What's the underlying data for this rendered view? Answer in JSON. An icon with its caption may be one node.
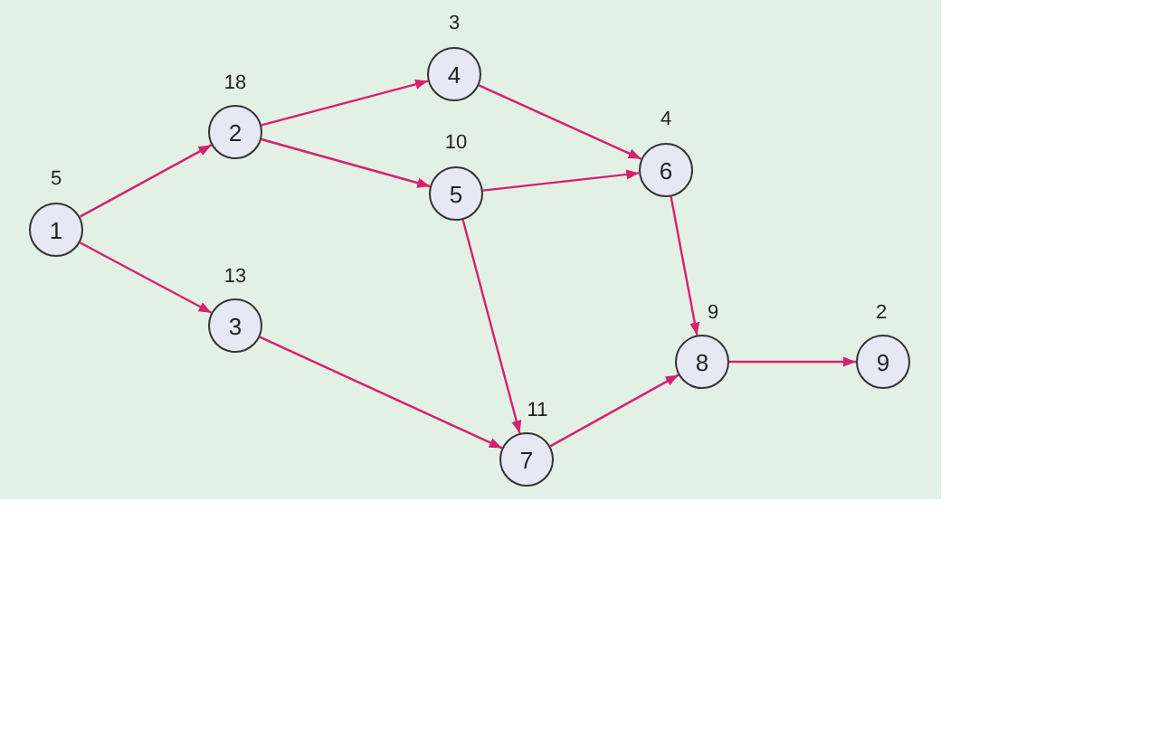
{
  "diagram": {
    "nodes": [
      {
        "text": [
          "1"
        ],
        "beside": [
          "5"
        ]
      },
      {
        "text": [
          "2"
        ],
        "beside": [
          "18"
        ]
      },
      {
        "text": [
          "3"
        ],
        "beside": [
          "13"
        ]
      },
      {
        "text": [
          "4"
        ],
        "beside": [
          "3"
        ]
      },
      {
        "text": [
          "5"
        ],
        "beside": [
          "10"
        ]
      },
      {
        "text": [
          "6"
        ],
        "beside": [
          "4"
        ]
      },
      {
        "text": [
          "7"
        ],
        "beside": [
          "11"
        ]
      },
      {
        "text": [
          "8"
        ],
        "beside": [
          "9"
        ]
      },
      {
        "text": [
          "9"
        ],
        "beside": [
          "2"
        ]
      }
    ],
    "edges": [
      {
        "from": 0,
        "to": 1,
        "arrow": "to"
      },
      {
        "from": 0,
        "to": 2,
        "arrow": "to"
      },
      {
        "from": 1,
        "to": 3,
        "arrow": "to"
      },
      {
        "from": 1,
        "to": 4,
        "arrow": "to"
      },
      {
        "from": 3,
        "to": 5,
        "arrow": "to"
      },
      {
        "from": 4,
        "to": 5,
        "arrow": "to"
      },
      {
        "from": 4,
        "to": 6,
        "arrow": "to"
      },
      {
        "from": 2,
        "to": 6,
        "arrow": "to"
      },
      {
        "from": 5,
        "to": 7,
        "arrow": "to"
      },
      {
        "from": 6,
        "to": 7,
        "arrow": "to"
      },
      {
        "from": 7,
        "to": 8,
        "arrow": "to"
      }
    ]
  }
}
